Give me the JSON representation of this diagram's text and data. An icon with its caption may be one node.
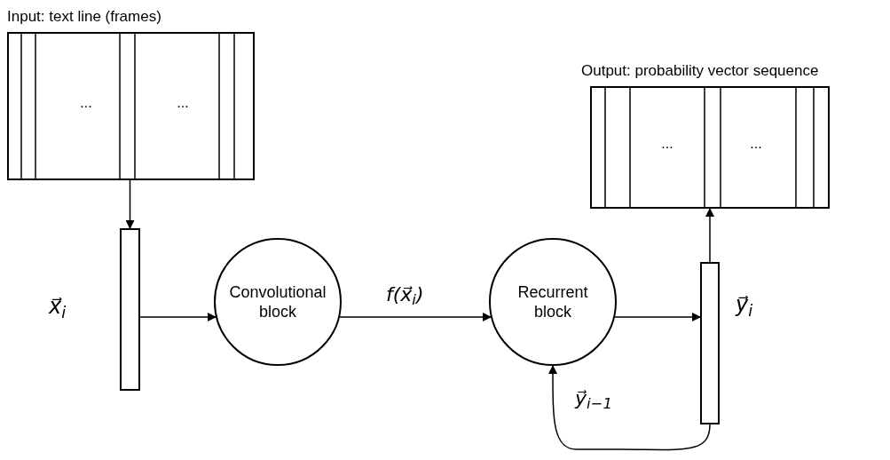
{
  "diagram": {
    "nodes": [
      {
        "text": [
          "Input: text line (frames)",
          "...",
          "..."
        ]
      },
      {
        "text": [],
        "shape": "bar",
        "beside": [
          "x⃗$_{i}$"
        ]
      },
      {
        "text": [
          "Convolutional block"
        ]
      },
      {
        "text": [
          "Recurrent block"
        ]
      },
      {
        "text": [],
        "shape": "bar",
        "beside": [
          "y⃗$_{i}$"
        ]
      },
      {
        "text": [
          "Output: probability vector sequence",
          "...",
          "..."
        ]
      }
    ],
    "edges": [
      {
        "from": 0,
        "to": 1,
        "arrow": "to"
      },
      {
        "from": 1,
        "to": 2,
        "arrow": "to"
      },
      {
        "from": 2,
        "to": 3,
        "arrow": "to",
        "label": "f(x⃗$_{i}$)"
      },
      {
        "from": 3,
        "to": 4,
        "arrow": "to"
      },
      {
        "from": 4,
        "to": 5,
        "arrow": "to"
      },
      {
        "from": 4,
        "to": 3,
        "arrow": "to",
        "label": "y⃗$_{i−1}$"
      }
    ]
  }
}
